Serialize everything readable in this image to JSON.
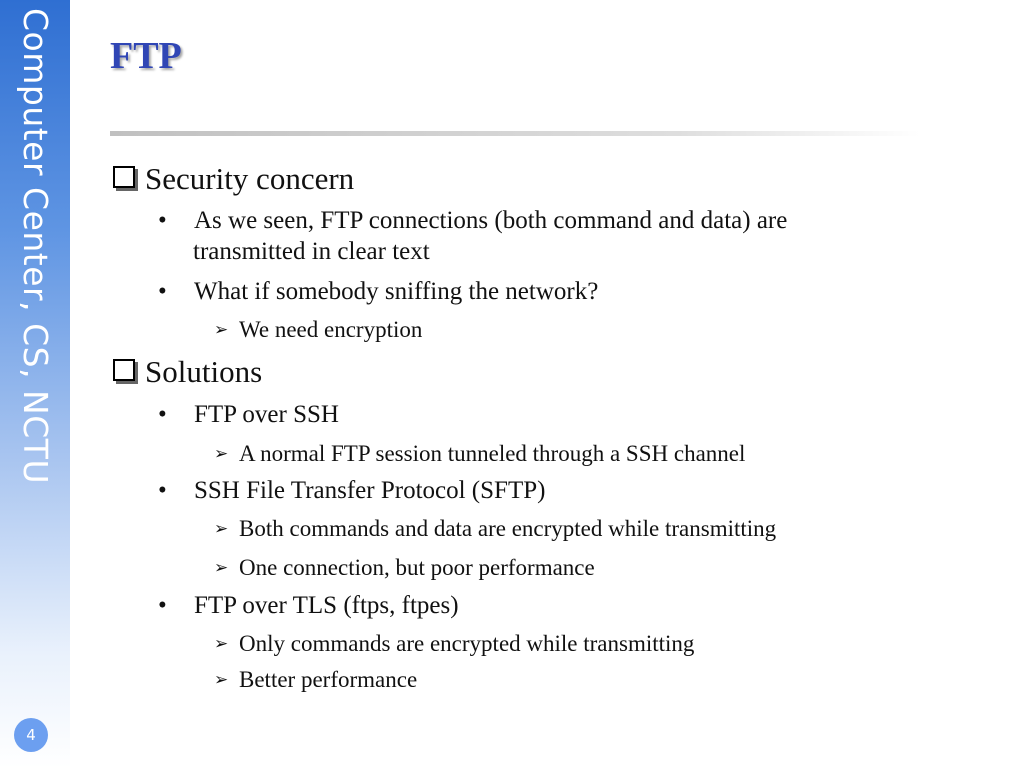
{
  "sidebar": {
    "text": "Computer Center, CS, NCTU",
    "page_number": "4"
  },
  "title": "FTP",
  "bullets": {
    "security": {
      "heading": "Security concern",
      "item1_line1": "As we seen, FTP connections (both command and data) are",
      "item1_line2": "transmitted in clear text",
      "item2": "What if somebody sniffing the network?",
      "item2_sub1": "We need encryption"
    },
    "solutions": {
      "heading": "Solutions",
      "ftp_ssh": "FTP over SSH",
      "ftp_ssh_sub1": "A normal FTP session tunneled through a SSH channel",
      "sftp": "SSH File Transfer Protocol (SFTP)",
      "sftp_sub1": "Both commands and data are encrypted while transmitting",
      "sftp_sub2": "One connection, but poor performance",
      "ftps": "FTP over TLS (ftps, ftpes)",
      "ftps_sub1": "Only commands are encrypted while transmitting",
      "ftps_sub2": "Better performance"
    }
  },
  "glyphs": {
    "bullet": "•",
    "arrow": "➢"
  }
}
